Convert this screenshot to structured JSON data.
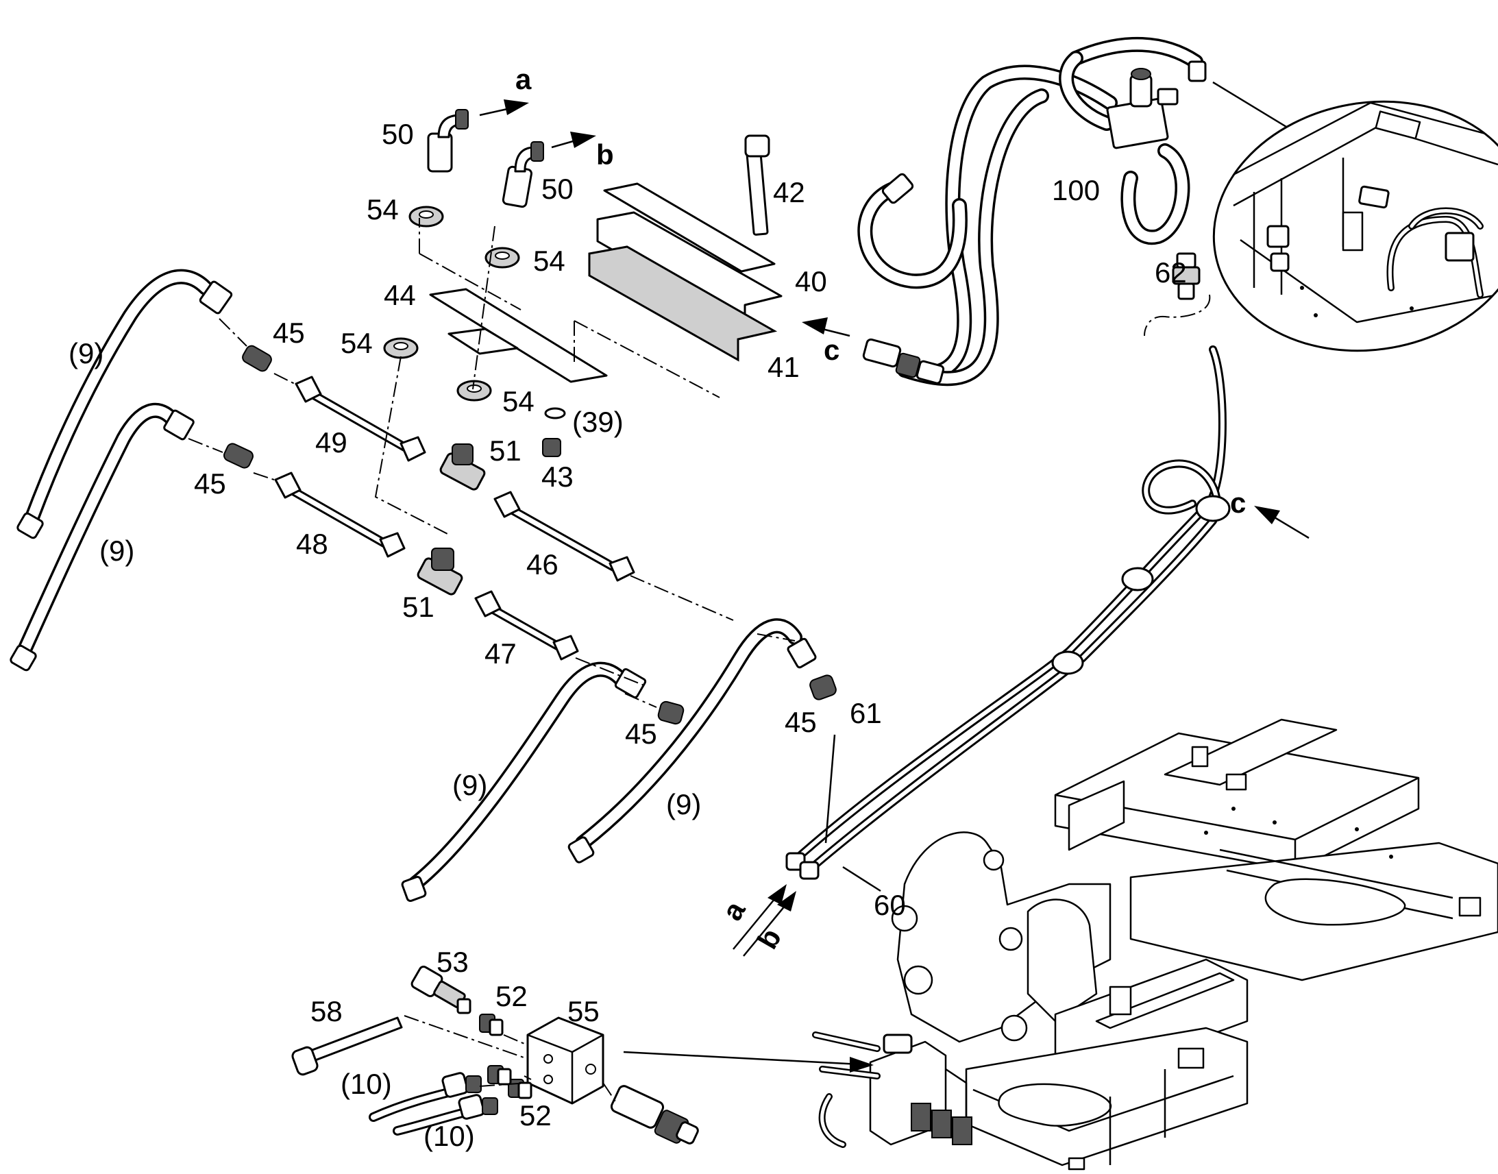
{
  "labels": {
    "arrow_a": "a",
    "arrow_b": "b",
    "arrow_c": "c",
    "n50a": "50",
    "n50b": "50",
    "n54a": "54",
    "n54b": "54",
    "n54c": "54",
    "n54d": "54",
    "n42": "42",
    "n40": "40",
    "n41": "41",
    "n44": "44",
    "n45a": "45",
    "n45b": "45",
    "n45c": "45",
    "n45d": "45",
    "n9a": "(9)",
    "n9b": "(9)",
    "n9c": "(9)",
    "n9d": "(9)",
    "n49": "49",
    "n51a": "51",
    "n51b": "51",
    "n43": "43",
    "n39": "(39)",
    "n48": "48",
    "n46": "46",
    "n47": "47",
    "n100": "100",
    "n62": "62",
    "n61": "61",
    "n60": "60",
    "n53": "53",
    "n52a": "52",
    "n52b": "52",
    "n55": "55",
    "n58": "58",
    "n10a": "(10)",
    "n10b": "(10)",
    "bottom_a": "a",
    "bottom_b": "b",
    "right_c": "c"
  },
  "colors": {
    "line": "#000000",
    "background": "#ffffff",
    "part_shade": "#cfcfcf"
  }
}
